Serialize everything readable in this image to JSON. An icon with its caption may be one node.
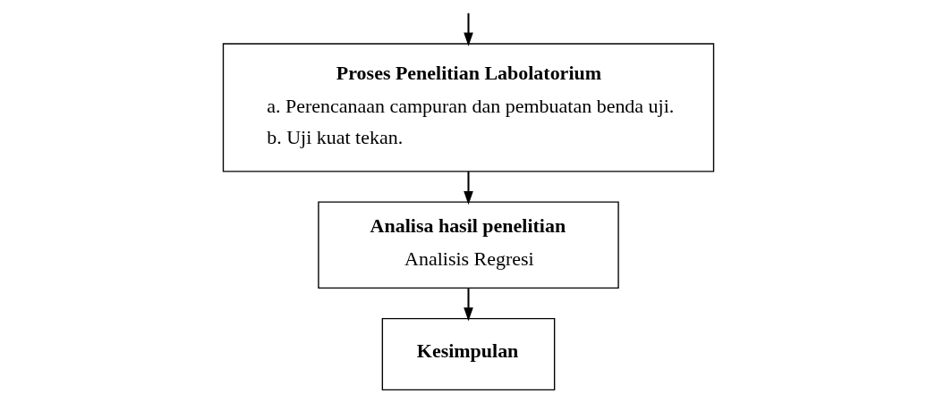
{
  "diagram": {
    "nodes": [
      {
        "text": [
          "Proses Penelitian Labolatorium",
          "a. Perencanaan campuran dan pembuatan benda uji.",
          "b. Uji kuat tekan."
        ]
      },
      {
        "text": [
          "Analisa hasil penelitian",
          "Analisis Regresi"
        ]
      },
      {
        "text": [
          "Kesimpulan"
        ]
      }
    ],
    "edges": [
      {
        "from": null,
        "to": 0,
        "arrow": "to"
      },
      {
        "from": 0,
        "to": 1,
        "arrow": "to"
      },
      {
        "from": 1,
        "to": 2,
        "arrow": "to"
      }
    ]
  }
}
